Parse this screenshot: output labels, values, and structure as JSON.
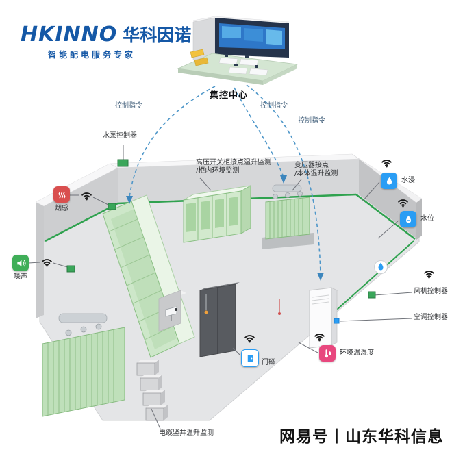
{
  "brand": {
    "logo": "HKINNO",
    "logo_cn": "华科因诺",
    "tagline": "智能配电服务专家"
  },
  "control_center": {
    "label": "集控中心"
  },
  "commands": [
    "控制指令",
    "控制指令",
    "控制指令"
  ],
  "labels": {
    "water_pump_controller": "水泵控制器",
    "hv_switchgear_line1": "高压开关柜接点温升监测",
    "hv_switchgear_line2": "/柜内环境监测",
    "transformer_line1": "变压器接点",
    "transformer_line2": "/本体温升监测",
    "smoke": "烟感",
    "noise": "噪声",
    "water_leak": "水浸",
    "water_level": "水位",
    "fan_controller": "风机控制器",
    "ac_controller": "空调控制器",
    "env_humiture": "环境温湿度",
    "door_magnet": "门磁",
    "cable_shaft": "电缆竖井温升监测"
  },
  "watermark": "网易号丨山东华科信息",
  "colors": {
    "brand_blue": "#1558a6",
    "dash_blue": "#4f97c9",
    "smoke_red": "#d94f4f",
    "noise_green": "#3fae58",
    "water_blue": "#2a9df4",
    "env_pink": "#e8477e",
    "equipment_green": "#cde7c9",
    "baseboard_green": "#2fa24f"
  }
}
